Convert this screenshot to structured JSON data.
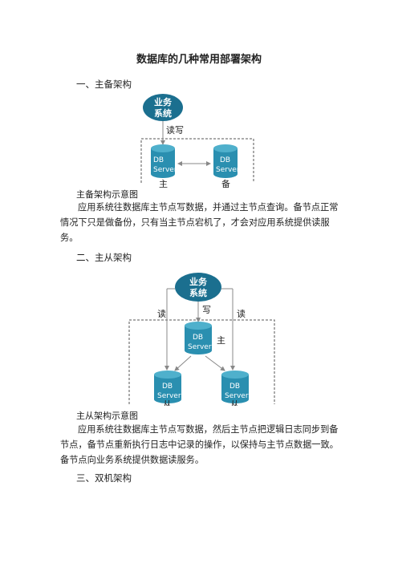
{
  "title": "数据库的几种常用部署架构",
  "sections": [
    {
      "heading": "一、主备架构",
      "diagram": {
        "app_label_line1": "业务",
        "app_label_line2": "系统",
        "edge_label": "读写",
        "db_line1": "DB",
        "db_line2": "Server",
        "left_role": "主",
        "right_role": "备"
      },
      "caption": "主备架构示意图",
      "paragraph": "应用系统往数据库主节点写数据，并通过主节点查询。备节点正常情况下只是做备份，只有当主节点宕机了，才会对应用系统提供读服务。"
    },
    {
      "heading": "二、主从架构",
      "diagram": {
        "app_label_line1": "业务",
        "app_label_line2": "系统",
        "read_left": "读",
        "write_label": "写",
        "read_right": "读",
        "db_line1": "DB",
        "db_line2": "Server",
        "master_role": "主",
        "slave_role_left": "从",
        "slave_role_right": "从"
      },
      "caption": "主从架构示意图",
      "paragraph": "应用系统往数据库主节点写数据，然后主节点把逻辑日志同步到备节点，备节点重新执行日志中记录的操作，以保持与主节点数据一致。备节点向业务系统提供数据读服务。"
    },
    {
      "heading": "三、双机架构"
    }
  ],
  "colors": {
    "app_node": "#1b6f8f",
    "db_cylinder": "#2a8fb0",
    "db_cylinder_top": "#4fb0cc",
    "arrow": "#888888"
  }
}
